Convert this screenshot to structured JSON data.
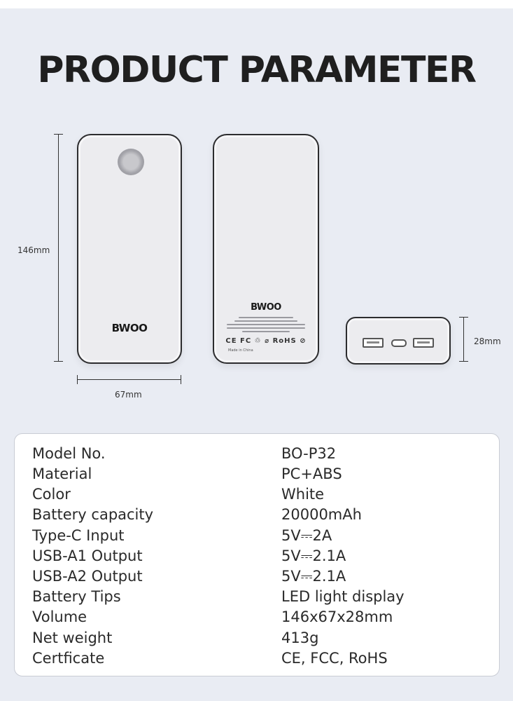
{
  "title": "PRODUCT PARAMETER",
  "colors": {
    "background": "#e9ecf3",
    "panel": "#ffffff",
    "device_body": "#ececef",
    "outline": "#2c2c2e"
  },
  "product_images": {
    "brand": "BWOO",
    "back_label_icons": "CE FC ♲ ⌀ RoHS ⊘",
    "back_label_made": "Made in China"
  },
  "dimensions": {
    "height": "146mm",
    "width": "67mm",
    "thickness": "28mm"
  },
  "parameters": [
    {
      "label": "Model No.",
      "value": "BO-P32"
    },
    {
      "label": "Material",
      "value": "PC+ABS"
    },
    {
      "label": "Color",
      "value": "White"
    },
    {
      "label": "Battery capacity",
      "value": "20000mAh"
    },
    {
      "label": "Type-C Input",
      "value": "5V⎓2A"
    },
    {
      "label": "USB-A1 Output",
      "value": "5V⎓2.1A"
    },
    {
      "label": "USB-A2 Output",
      "value": "5V⎓2.1A"
    },
    {
      "label": "Battery Tips",
      "value": "LED light display"
    },
    {
      "label": "Volume",
      "value": "146x67x28mm"
    },
    {
      "label": "Net weight",
      "value": "413g"
    },
    {
      "label": "Certficate",
      "value": "CE, FCC, RoHS"
    }
  ]
}
